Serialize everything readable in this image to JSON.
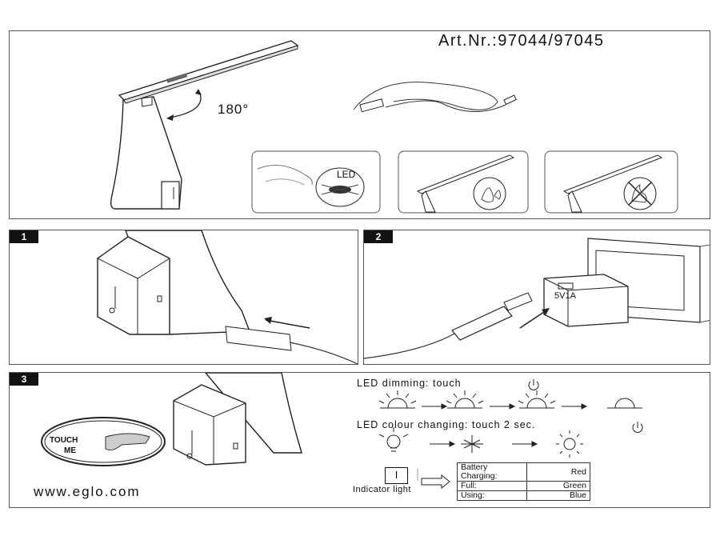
{
  "article_number": "Art.Nr.:97044/97045",
  "rotation_label": "180°",
  "led_label": "LED",
  "steps": {
    "one": "1",
    "two": "2",
    "three": "3"
  },
  "adapter_label": "5V1A",
  "touch_button": {
    "line1": "TOUCH",
    "line2": "ME"
  },
  "website": "www.eglo.com",
  "led_dimming": "LED  dimming: touch",
  "led_colour": "LED  colour changing: touch 2 sec.",
  "indicator": {
    "symbol": "I",
    "label": "Indicator light"
  },
  "status_table": [
    {
      "state_line1": "Battery",
      "state_line2": "Charging:",
      "color": "Red"
    },
    {
      "state_line1": "Full:",
      "state_line2": "",
      "color": "Green"
    },
    {
      "state_line1": "Using:",
      "state_line2": "",
      "color": "Blue"
    }
  ],
  "icons": [
    "power-icon",
    "sun-dim-icon",
    "bulb-icon",
    "snowflake-icon",
    "sun-icon",
    "arrow-icon",
    "water-warning-icon",
    "fire-warning-icon"
  ]
}
